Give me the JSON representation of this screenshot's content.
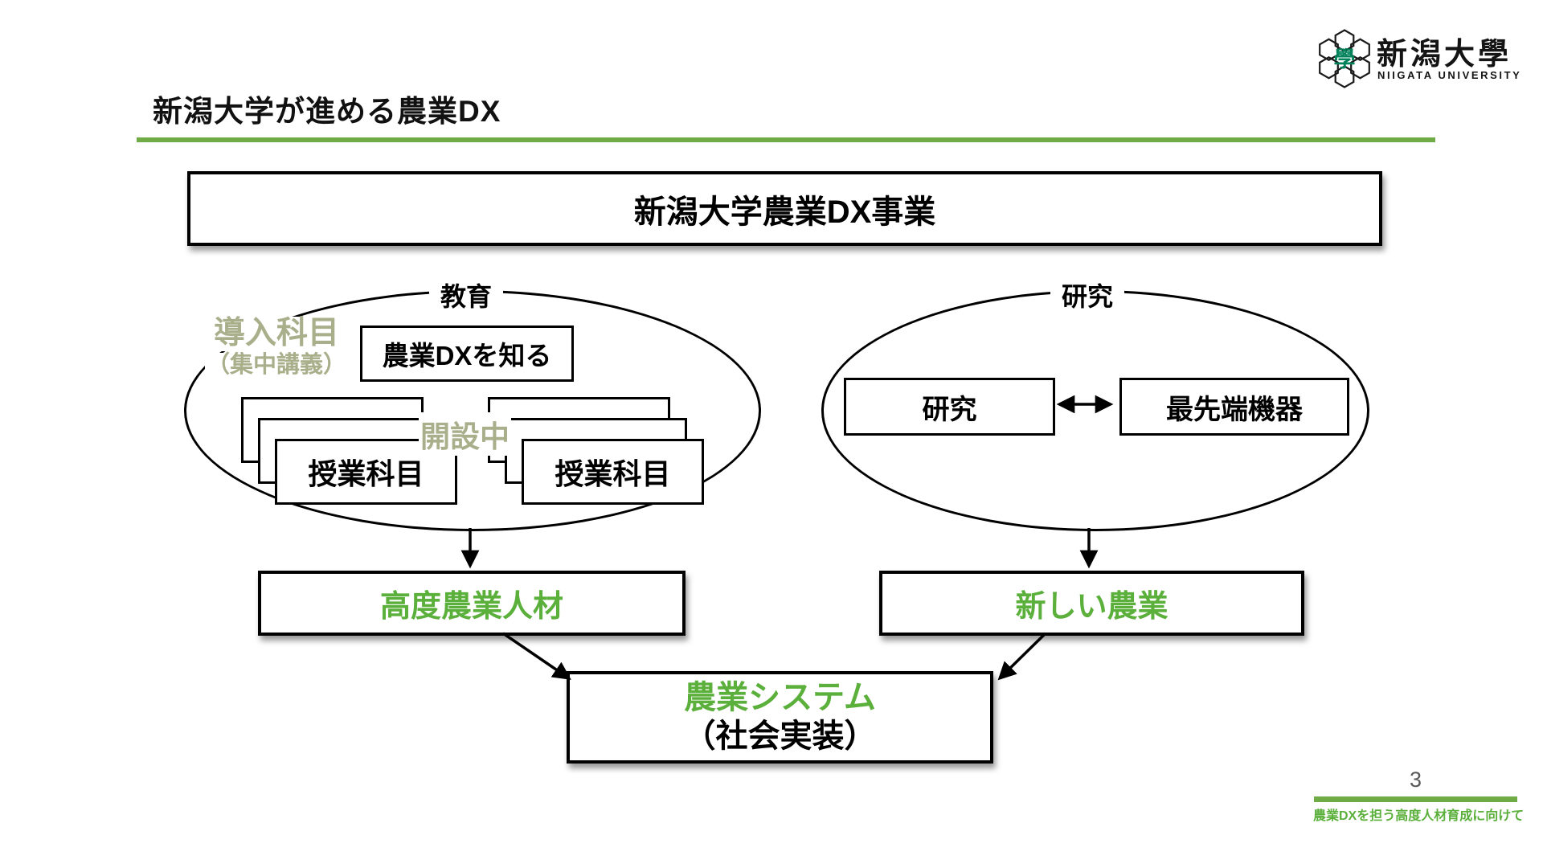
{
  "slide": {
    "title": "新潟大学が進める農業DX",
    "page_number": "3",
    "footer_text": "農業DXを担う高度人材育成に向けて"
  },
  "logo": {
    "name_ja": "新潟大學",
    "name_en": "NIIGATA UNIVERSITY",
    "emblem_glyph": "學"
  },
  "diagram": {
    "top_box": "新潟大学農業DX事業",
    "education": {
      "label": "教育",
      "intro_line1": "導入科目",
      "intro_line2": "（集中講義）",
      "know_box": "農業DXを知る",
      "open_label": "開設中",
      "course_stacks": [
        "授業科目",
        "授業科目"
      ],
      "outcome": "高度農業人材"
    },
    "research": {
      "label": "研究",
      "research_box": "研究",
      "equipment_box": "最先端機器",
      "outcome": "新しい農業"
    },
    "system": {
      "line1": "農業システム",
      "line2": "（社会実装）"
    }
  },
  "colors": {
    "accent_green": "#6FAC46",
    "text_green": "#5BAF3B",
    "olive": "#A9AE8B",
    "logo_green": "#00835A",
    "gray_text": "#595959"
  }
}
